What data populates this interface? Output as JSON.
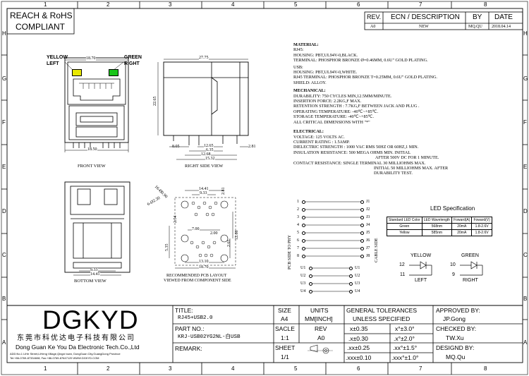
{
  "header": {
    "compliance_line1": "REACH & RoHS",
    "compliance_line2": "COMPLIANT",
    "rev_col": "REV.",
    "ecn_col": "ECN / DESCRIPTION",
    "by_col": "BY",
    "date_col": "DATE",
    "rev_value": "A0",
    "ecn_value": "NEW",
    "by_value": "MQ.QU",
    "date_value": "2018.04.14"
  },
  "grid": {
    "columns": [
      "1",
      "2",
      "3",
      "4",
      "5",
      "6",
      "7",
      "8"
    ],
    "rows": [
      "H",
      "G",
      "F",
      "E",
      "D",
      "C",
      "B",
      "A"
    ]
  },
  "front_view": {
    "label": "FRONT VIEW",
    "yellow_label": "YELLOW",
    "left_label": "LEFT",
    "green_label": "GREEN",
    "right_label": "RIGHT",
    "dim_top": "18.70",
    "dim_bottom": "18.50",
    "led_yellow_color": "#e8e800",
    "led_green_color": "#19c419"
  },
  "side_view": {
    "label": "RIGHT SIDE VIEW",
    "dim_top": "27.75",
    "dim_height": "22.65",
    "dim_a": "12.65",
    "dim_b": "6.35",
    "dim_c": "12.68",
    "dim_d": "15.32",
    "dim_left": "8.05",
    "dim_right": "2.81"
  },
  "bottom_view": {
    "label": "BOTTOM VIEW",
    "dim_a": "9.33",
    "dim_b": "14.41"
  },
  "pcb_layout": {
    "label_line1": "RECOMMENDED PCB LAYOUT",
    "label_line2": "VIEWED FROM COMPONENT SIDE",
    "dim_14_41": "14.41",
    "dim_9_33": "9.33",
    "dim_2_81": "2.81",
    "dim_16_090": "16-Ø0.90",
    "dim_6_230": "6-Ø2.30",
    "dim_2_54": "2.54",
    "dim_7_00": "7.00",
    "dim_2_00": "2.00",
    "dim_5_35": "5.35",
    "dim_2_65": "2.65",
    "dim_13_10": "13.10",
    "dim_18_70": "18.70",
    "dim_12_68": "12.68"
  },
  "specs": {
    "material_title": "MATERIAL:",
    "material_lines": [
      "RJ45:",
      "HOUSING: PBT,UL94V-0,BLACK.",
      "TERMINAL: PHOSPHOR BRONZE Ø=0.46MM, 0.6U\" GOLD PLATING.",
      "USB:",
      "HOUSING: PBT,UL94V-0,WHITE.",
      "RJ45 TERMINAL: PHOSPHOR BRONZE T=0.25MM, 0.6U\" GOLD PLATING.",
      "SHIELD: ALLOY."
    ],
    "mechanical_title": "MECHANICAL:",
    "mechanical_lines": [
      "DURABILITY: 750 CYCLES MIN,12.5MM/MINUTE.",
      "INSERTION FORCE: 2.2KG,F MAX.",
      "RETENTION STRENGTH : 7.7KG,F BETWEEN JACK AND PLUG .",
      "OPERATING TEMPERATURE: -40℃~+85℃.",
      "STORAGE TEMPERATURE: -40℃~+85℃.",
      "ALL CRITICAL DIMENSIONS WITH \"*\""
    ],
    "electrical_title": "ELECTRICAL:",
    "electrical_lines": [
      "VOLTAGE: 125 VOLTS AC.",
      "CURRENT RATING : 1.5AMP.",
      "DIELECTRIC STRENGTH : 1000 VAC RMS 50HZ OR 60HZ,1 MIN.",
      "INSULATION RESISTANCE: 500 MEGA OHMS MIN. INITIAL",
      "AFTER 500V DC FOR 1 MINUTE.",
      "CONTACT RESISTANCE: SINGLE TERMINAL 30 MILLIOHMS MAX.",
      "INITIAL 50 MILLIOHMS MAX. AFTER",
      "DURABILITY TEST."
    ]
  },
  "schematic": {
    "pcb_side": "PCB SIDE TO PHY",
    "cable_side": "CABLE SIDE",
    "left_pins": [
      "1",
      "2",
      "3",
      "4",
      "5",
      "6",
      "7",
      "8"
    ],
    "right_pins": [
      "J1",
      "J2",
      "J3",
      "J4",
      "J5",
      "J6",
      "J7",
      "J8"
    ],
    "usb_left": [
      "U1",
      "U2",
      "U3",
      "U4"
    ],
    "usb_right": [
      "U1",
      "U2",
      "U3",
      "U4"
    ]
  },
  "led_spec": {
    "title": "LED Specification",
    "headers": [
      "Standard LED Color",
      "LED Wavelength",
      "Foward(A)",
      "Foward(V)"
    ],
    "rows": [
      [
        "Green",
        "568nm",
        "20mA",
        "1.8-2.6V"
      ],
      [
        "Yellow",
        "585nm",
        "20mA",
        "1.8-2.6V"
      ]
    ],
    "yellow_label": "YELLOW",
    "left_label": "LEFT",
    "green_label": "GREEN",
    "right_label": "RIGHT",
    "pin_12": "12",
    "pin_11": "11",
    "pin_10": "10",
    "pin_9": "9"
  },
  "title_block": {
    "logo": "DGKYD",
    "company_cn": "东莞市科优达电子科技有限公司",
    "company_en": "Dong Guan Ke You Da Electronic Tech.Co.,Ltd",
    "address": "ADD:No.1 LiHe Street,LiHeng Village,Qingxi town, DongGuan City,GuangDong Province",
    "contact": "Tel:+86-0769-87334608; Fax:+86-0769-87647129 WWW.DGKYD.COM",
    "title_label": "TITLE:",
    "title_value": "RJ45+USB2.0",
    "part_label": "PART NO.:",
    "part_value": "KRJ-USB02YG2NL-白USB",
    "remark_label": "REMARK:",
    "size_label": "SIZE",
    "size_value": "A4",
    "units_label": "UNITS",
    "units_value": "MM[INCH]",
    "scale_label": "SACLE",
    "scale_value": "1:1",
    "rev_label": "REV",
    "rev_value": "A0",
    "sheet_label": "SHEET",
    "sheet_value": "1/1",
    "tol_title1": "GENERAL TOLERANCES",
    "tol_title2": "UNLESS SPECIFIED",
    "tol": [
      [
        "x±0.35",
        "x°±3.0°"
      ],
      [
        ".x±0.30",
        ".x°±2.0°"
      ],
      [
        ".xx±0.25",
        ".xx°±1.5°"
      ],
      [
        ".xxx±0.10",
        ".xxx°±1.0°"
      ]
    ],
    "approved_label": "APPROVED BY:",
    "approved_value": "JP.Gong",
    "checked_label": "CHECKED BY:",
    "checked_value": "TW.Xu",
    "designed_label": "DESIGND BY:",
    "designed_value": "MQ.Qu"
  }
}
